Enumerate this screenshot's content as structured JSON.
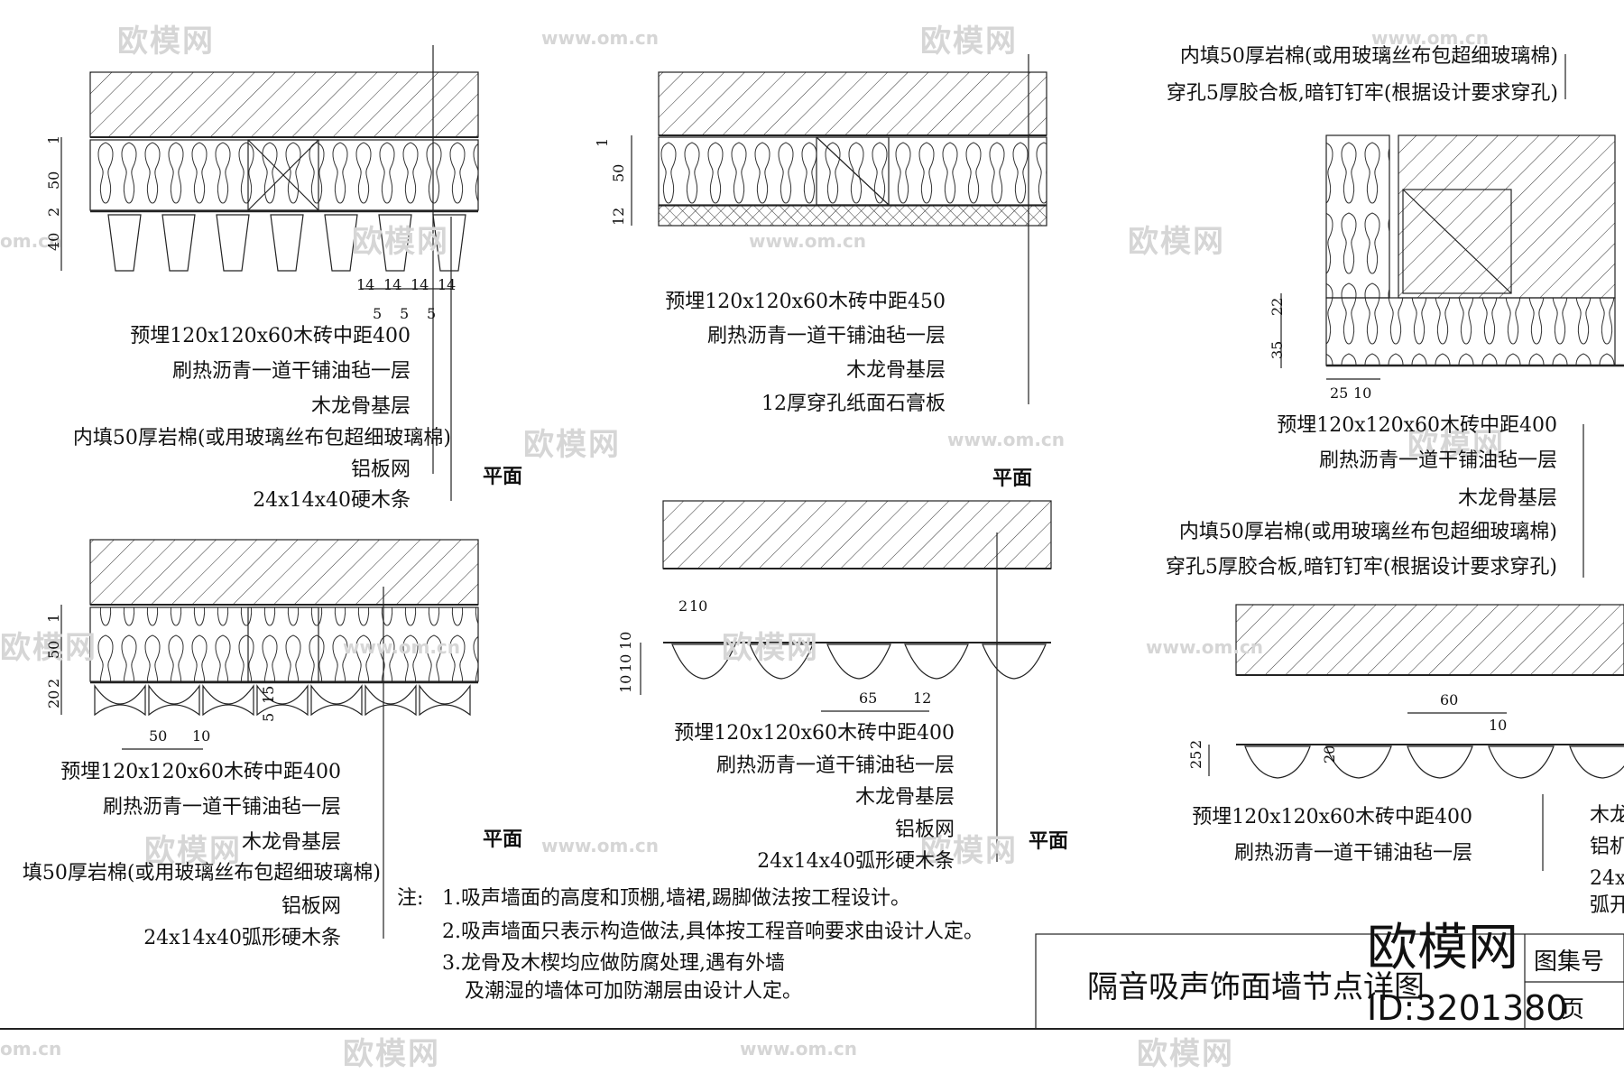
{
  "watermark": {
    "brand": "欧模网",
    "url": "www.om.cn",
    "short_url": "om.cn"
  },
  "plan_label": "平面",
  "detail_a": {
    "dims_left": [
      "1",
      "50",
      "2",
      "40"
    ],
    "dims_bottom": [
      "14",
      "14",
      "14",
      "14",
      "5",
      "5",
      "5"
    ],
    "labels": [
      "预埋120x120x60木砖中距400",
      "刷热沥青一道干铺油毡一层",
      "木龙骨基层",
      "内填50厚岩棉(或用玻璃丝布包超细玻璃棉)",
      "铝板网",
      "24x14x40硬木条"
    ]
  },
  "detail_b": {
    "dims_left": [
      "1",
      "50",
      "2",
      "20"
    ],
    "dims_inner": [
      "50",
      "10",
      "15",
      "5"
    ],
    "labels": [
      "预埋120x120x60木砖中距400",
      "刷热沥青一道干铺油毡一层",
      "木龙骨基层",
      "填50厚岩棉(或用玻璃丝布包超细玻璃棉)",
      "铝板网",
      "24x14x40弧形硬木条"
    ]
  },
  "detail_c": {
    "dims_left": [
      "1",
      "50",
      "12"
    ],
    "labels": [
      "预埋120x120x60木砖中距450",
      "刷热沥青一道干铺油毡一层",
      "木龙骨基层",
      "12厚穿孔纸面石膏板"
    ]
  },
  "detail_d": {
    "dims_left": [
      "10",
      "10",
      "10",
      "10"
    ],
    "dims_top": [
      "2",
      "10"
    ],
    "dims_inner": [
      "65",
      "12"
    ],
    "labels": [
      "预埋120x120x60木砖中距400",
      "刷热沥青一道干铺油毡一层",
      "木龙骨基层",
      "铝板网",
      "24x14x40弧形硬木条"
    ]
  },
  "detail_e": {
    "dims_left": [
      "22",
      "35"
    ],
    "dims_bottom": [
      "25",
      "10"
    ],
    "labels_top": [
      "内填50厚岩棉(或用玻璃丝布包超细玻璃棉)",
      "穿孔5厚胶合板,暗钉钉牢(根据设计要求穿孔)"
    ],
    "labels": [
      "预埋120x120x60木砖中距400",
      "刷热沥青一道干铺油毡一层",
      "木龙骨基层",
      "内填50厚岩棉(或用玻璃丝布包超细玻璃棉)",
      "穿孔5厚胶合板,暗钉钉牢(根据设计要求穿孔)"
    ]
  },
  "detail_f": {
    "dims_left": [
      "25",
      "2"
    ],
    "dims_inner": [
      "60",
      "10",
      "20"
    ],
    "labels": [
      "预埋120x120x60木砖中距400",
      "刷热沥青一道干铺油毡一层"
    ],
    "labels_right": [
      "木龙",
      "铝机",
      "24x",
      "弧开"
    ]
  },
  "notes": {
    "prefix": "注:",
    "items": [
      "1.吸声墙面的高度和顶棚,墙裙,踢脚做法按工程设计。",
      "2.吸声墙面只表示构造做法,具体按工程音响要求由设计人定。",
      "3.龙骨及木楔均应做防腐处理,遇有外墙",
      "及潮湿的墙体可加防潮层由设计人定。"
    ]
  },
  "title_block": {
    "title": "隔音吸声饰面墙节点详图",
    "atlas_label": "图集号",
    "page_label": "页"
  },
  "overlay": {
    "brand": "欧模网",
    "id": "ID:3201380"
  }
}
